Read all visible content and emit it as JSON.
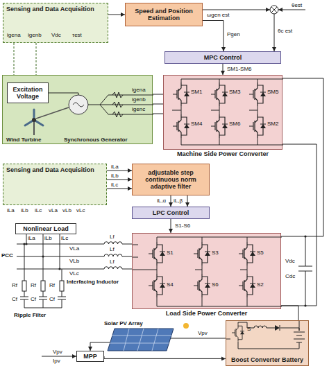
{
  "diagram": {
    "nodes": [
      {
        "text": [
          "Sensing and Data Acquisition"
        ]
      },
      {
        "text": [
          "Speed and Position Estimation"
        ]
      },
      {
        "text": [
          "MPC Control"
        ]
      },
      {
        "text": [
          "Wind Turbine",
          "Synchronous Generator"
        ]
      },
      {
        "text": [
          "Excitation Voltage"
        ],
        "in": 3
      },
      {
        "text": [
          "Machine Side Power Converter"
        ]
      },
      {
        "text": [
          "Sensing and Data Acquisition"
        ]
      },
      {
        "text": [
          "adjustable step continuous norm adaptive filter"
        ]
      },
      {
        "text": [
          "LPC Control"
        ]
      },
      {
        "text": [
          "Nonlinear Load"
        ]
      },
      {
        "text": [
          "Load Side Power Converter"
        ]
      },
      {
        "text": [
          "Boost Converter Battery"
        ]
      },
      {
        "text": [
          "MPP"
        ]
      }
    ],
    "edges": [
      {
        "from": 0,
        "to": 1,
        "arrow": "to"
      },
      {
        "from": 1,
        "to": 2,
        "arrow": "to"
      },
      {
        "from": 2,
        "to": 5,
        "arrow": "to",
        "label": "SM1-SM6"
      },
      {
        "from": 3,
        "to": 5,
        "arrow": "none"
      },
      {
        "from": 6,
        "to": 7,
        "arrow": "to"
      },
      {
        "from": 7,
        "to": 8,
        "arrow": "to"
      },
      {
        "from": 8,
        "to": 10,
        "arrow": "to",
        "label": "S1-S6"
      },
      {
        "from": 5,
        "to": 10,
        "arrow": "none"
      },
      {
        "from": 10,
        "to": 11,
        "arrow": "none"
      },
      {
        "from": 12,
        "to": 11,
        "arrow": "to"
      }
    ],
    "labels": [
      "igena",
      "igenb",
      "Vdc",
      "τest",
      "ωgen est",
      "θest",
      "θc est",
      "Pgen",
      "SM1",
      "SM3",
      "SM5",
      "SM4",
      "SM6",
      "SM2",
      "igena",
      "igenb",
      "igenc",
      "iLa",
      "iLb",
      "iLc",
      "iL,α",
      "iL,β",
      "iLa",
      "iLb",
      "iLc",
      "vLa",
      "vLb",
      "vLc",
      "S1",
      "S3",
      "S5",
      "S4",
      "S6",
      "S2",
      "Vdc",
      "Cdc",
      "iLa",
      "iLb",
      "iLc",
      "PCC",
      "VLa",
      "VLb",
      "VLc",
      "Lf",
      "Lf",
      "Lf",
      "Interfacing Inductor",
      "Rf",
      "Rf",
      "Rf",
      "Cf",
      "Cf",
      "Cf",
      "Ripple Filter",
      "Solar PV Array",
      "Vpv",
      "Vpv",
      "Ipv",
      "S"
    ]
  }
}
